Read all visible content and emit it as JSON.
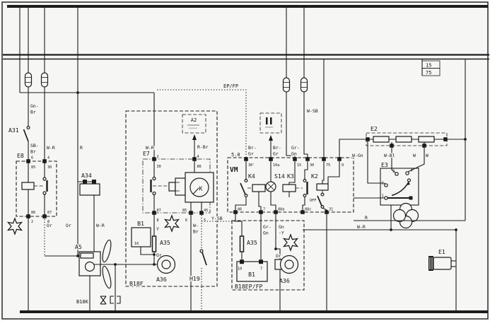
{
  "frame": {
    "bus15": "15",
    "bus75": "75"
  },
  "left": {
    "gn_br": [
      "Gn-",
      "Br"
    ],
    "a31": "A31",
    "sb_br": [
      "SB-",
      "Br"
    ],
    "w_r": "W-R",
    "r": "R",
    "e8": {
      "label": "E8",
      "top": [
        {
          "pin": "6",
          "t": "85"
        },
        {
          "pin": "4",
          "t": "30"
        }
      ],
      "bot": [
        {
          "t": "86",
          "pin": "2"
        },
        {
          "t": "87",
          "pin": "8"
        }
      ]
    },
    "or1": "Or",
    "or2": "Or",
    "a34": "A34",
    "w_r2": "W-R",
    "a5": "A5",
    "b18k": "B18K"
  },
  "b18f": {
    "label": "B18F",
    "b1": "B1",
    "b1_pin": "16",
    "y": "Y",
    "a35": "A35",
    "or": "Or",
    "a36": "A36",
    "w_br": [
      "W-",
      "Br"
    ],
    "h19": "H19"
  },
  "e7": {
    "label": "E7",
    "w_r": "W-R",
    "r_br": "R-Br",
    "a2": "A2",
    "k": "K",
    "top": [
      {
        "pin": "2",
        "t": "30"
      },
      {
        "pin": "4",
        "t": "86"
      }
    ],
    "bot": [
      {
        "t": "87",
        "pin": "8"
      },
      {
        "t": "85",
        "pin": "6"
      },
      {
        "t": "45",
        "pin": "5"
      }
    ]
  },
  "ep_fp": "EP/FP",
  "y_sb": "Y-SB",
  "vm": {
    "label": "VM",
    "size": "5.0",
    "br_gr1": [
      "Br-",
      "Gr"
    ],
    "br_gr2": [
      "Br-",
      "Gr"
    ],
    "gr_gn": [
      "Gr-",
      "Gn"
    ],
    "w_sb": "W-SB",
    "top": [
      "30'",
      "10a",
      "15",
      "30",
      "75",
      "9"
    ],
    "bot": [
      "86",
      "7",
      "88a",
      "88c",
      "31"
    ],
    "k4": "K4",
    "s14": "S14",
    "k3": "K3",
    "k2": "K2",
    "off": "OFF"
  },
  "b18ep": {
    "label": "B18EP/FP",
    "a35": "A35",
    "gr_gn": [
      "Gr-",
      "Gn"
    ],
    "gn_y": [
      "Gn",
      "-Y"
    ],
    "or": "Or",
    "b1": "B1",
    "pin10": "10",
    "pin7": "7",
    "a36": "A36"
  },
  "right": {
    "e2": "E2",
    "w_gn": "W-Gn",
    "w_bl": "W-Bl",
    "w1": "W",
    "w2": "W",
    "e3": "E3",
    "c1": "1",
    "c2": "2",
    "c3": "3",
    "c4": "4",
    "r": "R",
    "w_r": "W-R",
    "e1": "E1"
  }
}
